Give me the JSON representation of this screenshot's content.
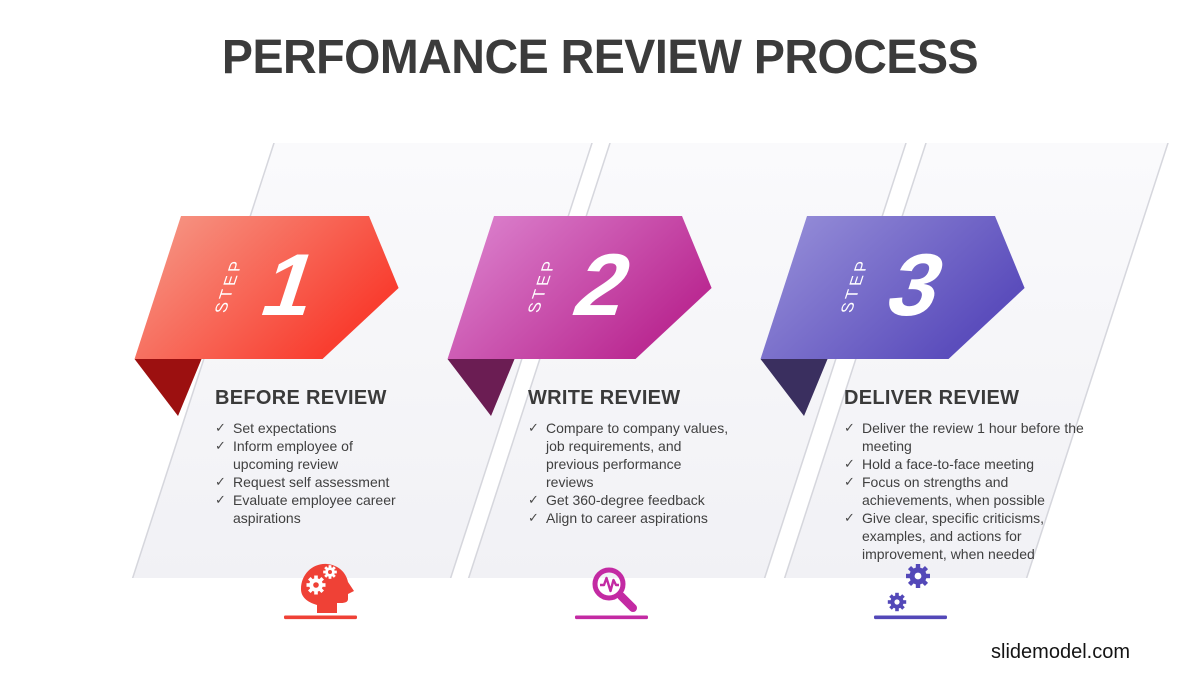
{
  "title": "PERFOMANCE REVIEW PROCESS",
  "watermark": "slidemodel.com",
  "glyphs": {
    "check": "✓"
  },
  "steps": [
    {
      "label": "STEP",
      "number": "1",
      "heading": "BEFORE REVIEW",
      "icon": "head-with-gears",
      "colors": {
        "grad_light": "#F6907F",
        "grad_dark": "#F93E30",
        "fold": "#9C1010",
        "accent": "#EF4136"
      },
      "items": [
        "Set expectations",
        "Inform employee of upcoming review",
        "Request self assessment",
        "Evaluate employee career aspirations"
      ]
    },
    {
      "label": "STEP",
      "number": "2",
      "heading": "WRITE REVIEW",
      "icon": "magnifier-pulse",
      "colors": {
        "grad_light": "#D97BC9",
        "grad_dark": "#BB2B93",
        "fold": "#6B1D53",
        "accent": "#C32AA3"
      },
      "items": [
        "Compare to company values, job requirements, and previous performance reviews",
        "Get 360-degree feedback",
        "Align to career aspirations"
      ]
    },
    {
      "label": "STEP",
      "number": "3",
      "heading": "DELIVER REVIEW",
      "icon": "double-gears",
      "colors": {
        "grad_light": "#9189D6",
        "grad_dark": "#5B4DBC",
        "fold": "#3A2F5F",
        "accent": "#5348B8"
      },
      "items": [
        "Deliver the review 1 hour before the meeting",
        "Hold a face-to-face meeting",
        "Focus on strengths and achievements, when possible",
        "Give clear, specific criticisms, examples, and actions for improvement, when needed"
      ]
    }
  ]
}
